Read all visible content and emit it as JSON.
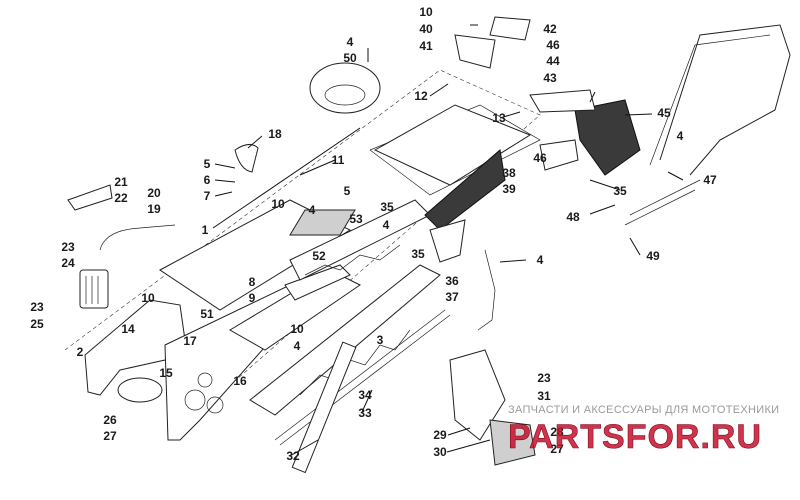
{
  "diagram": {
    "labels": [
      "1",
      "2",
      "3",
      "4",
      "4",
      "4",
      "4",
      "4",
      "4",
      "5",
      "5",
      "6",
      "7",
      "8",
      "9",
      "10",
      "10",
      "10",
      "10",
      "11",
      "12",
      "13",
      "14",
      "15",
      "16",
      "17",
      "18",
      "19",
      "20",
      "21",
      "22",
      "23",
      "23",
      "23",
      "24",
      "25",
      "26",
      "27",
      "27",
      "28",
      "29",
      "30",
      "31",
      "32",
      "33",
      "34",
      "35",
      "35",
      "35",
      "36",
      "37",
      "38",
      "39",
      "40",
      "41",
      "42",
      "43",
      "44",
      "45",
      "46",
      "46",
      "47",
      "48",
      "49",
      "50",
      "51",
      "52",
      "53"
    ]
  },
  "watermark": {
    "caption": "ЗАПЧАСТИ И АКСЕССУАРЫ ДЛЯ МОТОТЕХНИКИ",
    "logo_text": "PARTSFOR.RU",
    "color": "#c8102e"
  }
}
